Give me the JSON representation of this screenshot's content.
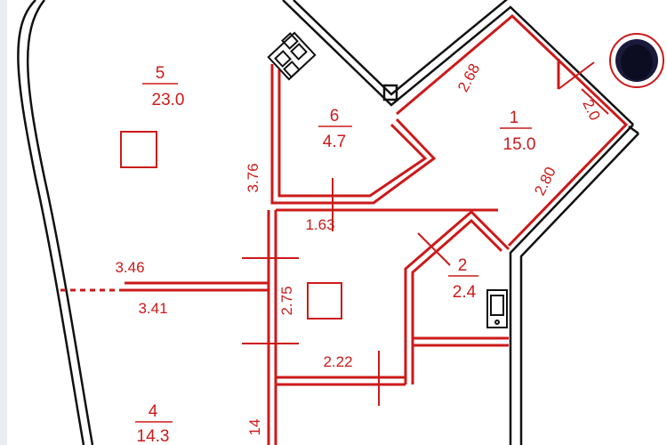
{
  "rooms": [
    {
      "number": "5",
      "area": "23.0"
    },
    {
      "number": "6",
      "area": "4.7"
    },
    {
      "number": "1",
      "area": "15.0"
    },
    {
      "number": "2",
      "area": "2.4"
    },
    {
      "number": "4",
      "area": "14.3"
    }
  ],
  "dimensions": {
    "d_268": "2.68",
    "d_2dot": "2.0",
    "d_280": "2.80",
    "d_376": "3.76",
    "d_163": "1.63",
    "d_346": "3.46",
    "d_341": "3.41",
    "d_275": "2.75",
    "d_222": "2.22",
    "d_14": "14"
  },
  "colors": {
    "wall": "#cc1a1a",
    "outer": "#111111",
    "paper": "#ffffff",
    "frame": "#e9edf2",
    "stamp": "#1a1a3a"
  },
  "icons": [
    "stove-icon",
    "sink-icon",
    "stamp-icon"
  ]
}
